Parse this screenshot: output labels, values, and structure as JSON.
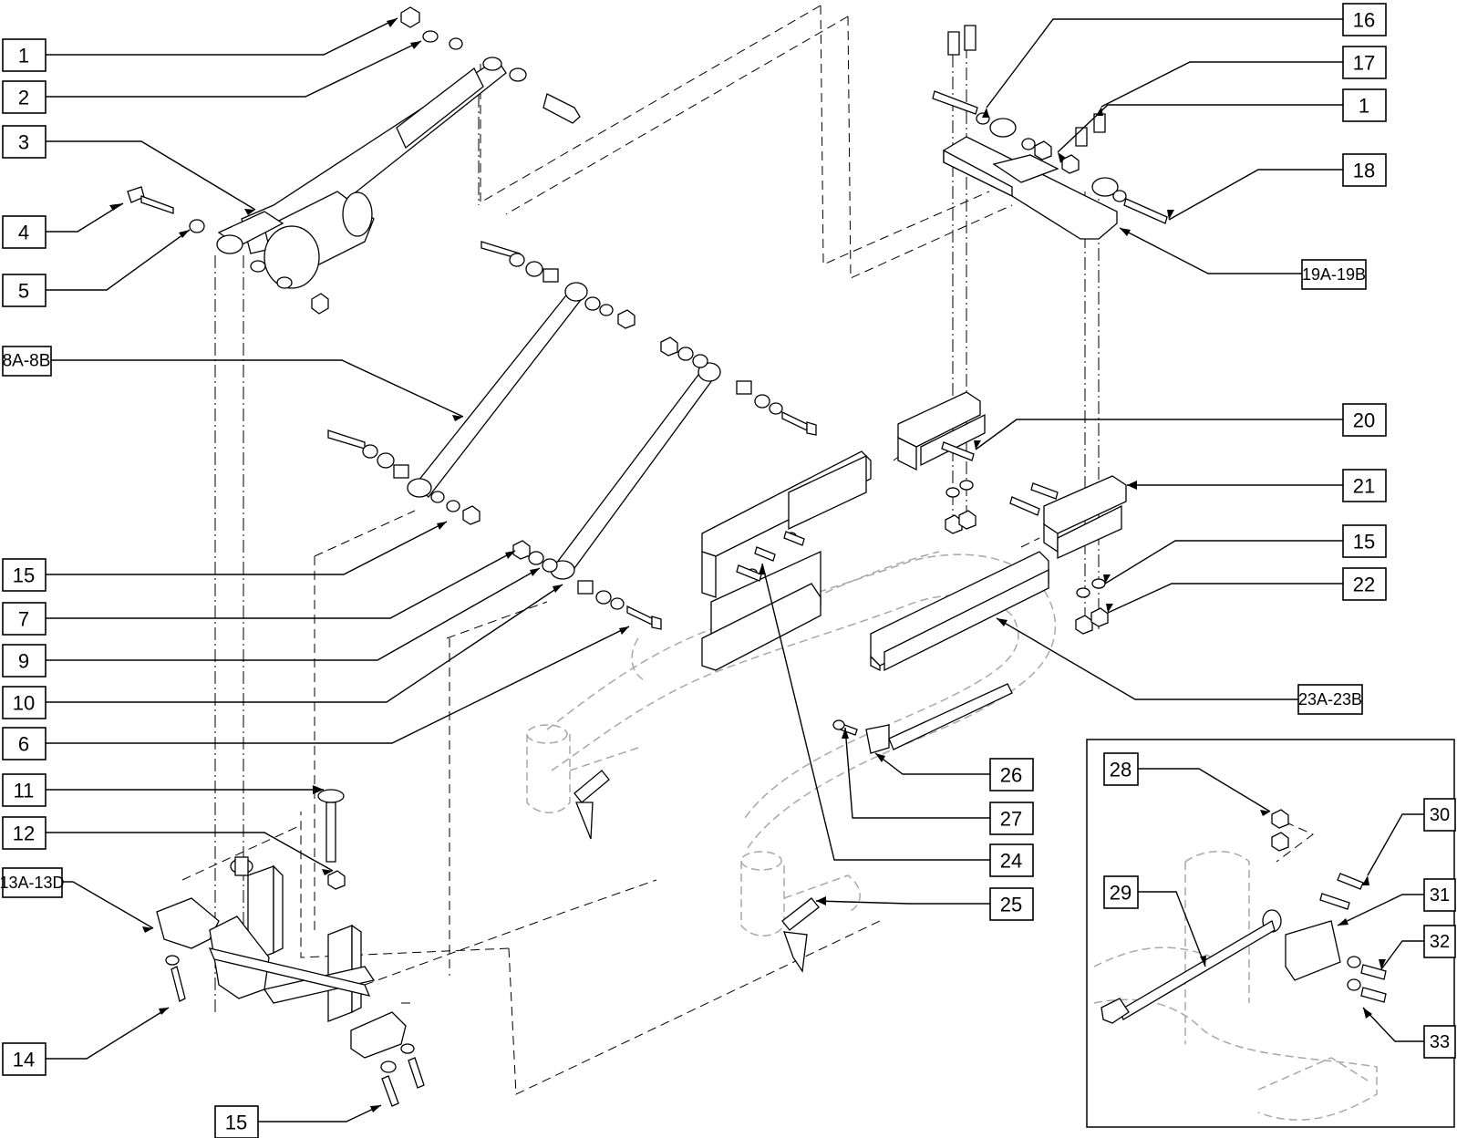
{
  "diagram": {
    "callouts": [
      {
        "id": "c1a",
        "label": "1"
      },
      {
        "id": "c2",
        "label": "2"
      },
      {
        "id": "c3",
        "label": "3"
      },
      {
        "id": "c4",
        "label": "4"
      },
      {
        "id": "c5",
        "label": "5"
      },
      {
        "id": "c8",
        "label": "8A-8B"
      },
      {
        "id": "c15a",
        "label": "15"
      },
      {
        "id": "c7",
        "label": "7"
      },
      {
        "id": "c9",
        "label": "9"
      },
      {
        "id": "c10",
        "label": "10"
      },
      {
        "id": "c6",
        "label": "6"
      },
      {
        "id": "c11",
        "label": "11"
      },
      {
        "id": "c12",
        "label": "12"
      },
      {
        "id": "c13",
        "label": "13A-13D"
      },
      {
        "id": "c14",
        "label": "14"
      },
      {
        "id": "c15c",
        "label": "15"
      },
      {
        "id": "c16",
        "label": "16"
      },
      {
        "id": "c17",
        "label": "17"
      },
      {
        "id": "c1b",
        "label": "1"
      },
      {
        "id": "c18",
        "label": "18"
      },
      {
        "id": "c19",
        "label": "19A-19B"
      },
      {
        "id": "c20",
        "label": "20"
      },
      {
        "id": "c21",
        "label": "21"
      },
      {
        "id": "c15b",
        "label": "15"
      },
      {
        "id": "c22",
        "label": "22"
      },
      {
        "id": "c23",
        "label": "23A-23B"
      },
      {
        "id": "c26",
        "label": "26"
      },
      {
        "id": "c27",
        "label": "27"
      },
      {
        "id": "c24",
        "label": "24"
      },
      {
        "id": "c25",
        "label": "25"
      },
      {
        "id": "c28",
        "label": "28"
      },
      {
        "id": "c29",
        "label": "29"
      },
      {
        "id": "c30",
        "label": "30"
      },
      {
        "id": "c31",
        "label": "31"
      },
      {
        "id": "c32",
        "label": "32"
      },
      {
        "id": "c33",
        "label": "33"
      }
    ]
  }
}
